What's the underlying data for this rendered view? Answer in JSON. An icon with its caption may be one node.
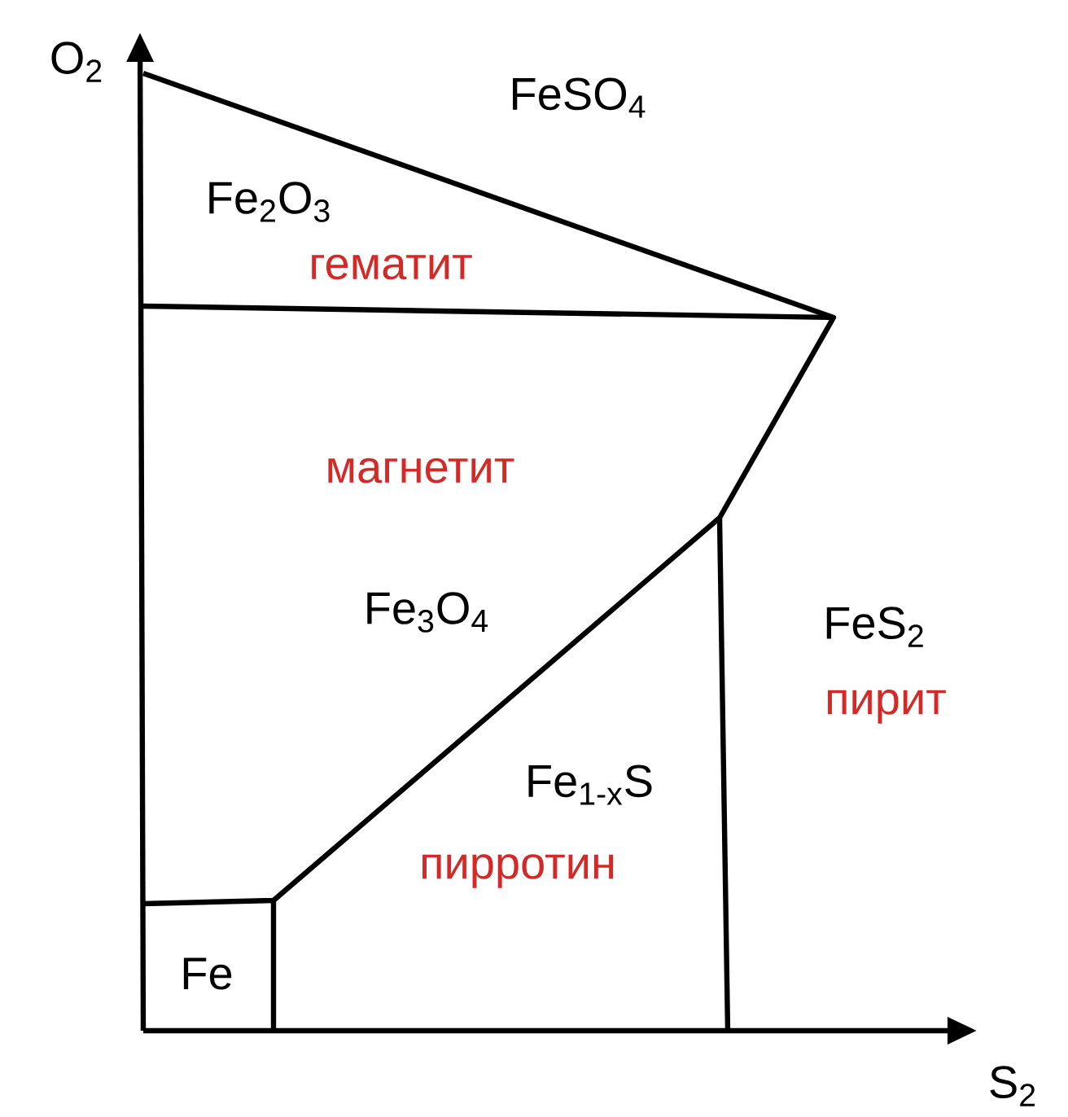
{
  "diagram": {
    "labels": [
      "O$_{2}$",
      "FeSO$_{4}$",
      "Fe$_{2}$O$_{3}$",
      "гематит",
      "магнетит",
      "Fe$_{3}$O$_{4}$",
      "FeS$_{2}$",
      "пирит",
      "Fe$_{1-x}$S",
      "пирротин",
      "Fe",
      "S$_{2}$"
    ]
  }
}
